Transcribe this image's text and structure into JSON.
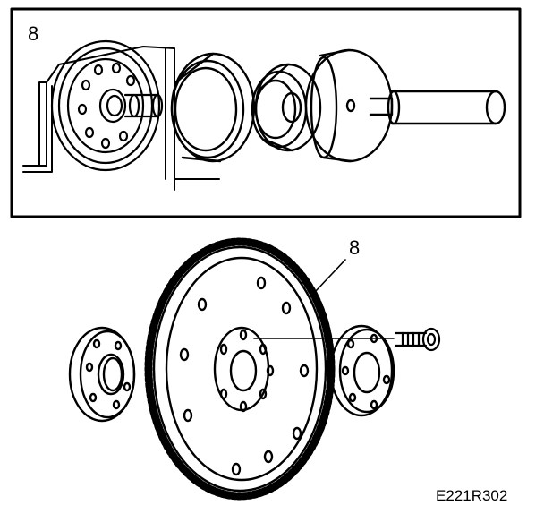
{
  "figure": {
    "top_panel": {
      "callout": "8"
    },
    "bottom_assembly": {
      "callout": "8"
    },
    "figure_code": "E221R302"
  },
  "colors": {
    "line": "#000000",
    "background": "#ffffff"
  }
}
